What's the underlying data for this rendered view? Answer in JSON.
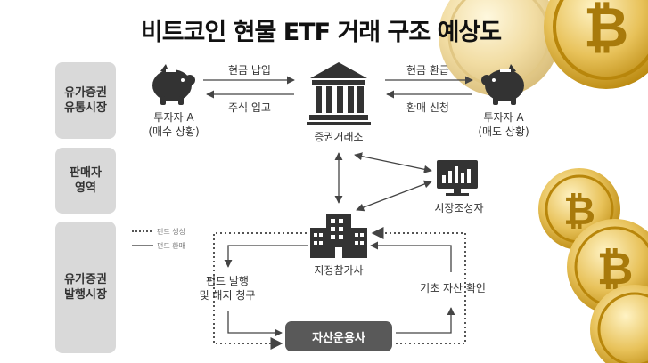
{
  "title": "비트코인 현물 ETF 거래 구조 예상도",
  "sections": {
    "secondary_market": "유가증권\n유통시장",
    "sales_area": "판매자\n영역",
    "primary_market": "유가증권\n발행시장"
  },
  "nodes": {
    "investor_a_buy": "투자자 A\n(매수 상황)",
    "exchange": "증권거래소",
    "investor_a_sell": "투자자 A\n(매도 상황)",
    "market_maker": "시장조성자",
    "authorized_participant": "지정참가사",
    "asset_manager": "자산운용사"
  },
  "edges": {
    "cash_payment": "현금 납입",
    "stock_deposit": "주식 입고",
    "cash_refund": "현금 환급",
    "redemption_request": "환매 신청",
    "fund_issue_request": "펀드 발행\n및 해지 청구",
    "underlying_asset_check": "기초 자산 확인"
  },
  "legend": {
    "fund_creation": "펀드 생성",
    "fund_redemption": "펀드 환매"
  },
  "colors": {
    "icon": "#333333",
    "section_bg": "#d9d9d9",
    "asset_manager_bg": "#595959",
    "coin_gold": "#d9a91a"
  }
}
